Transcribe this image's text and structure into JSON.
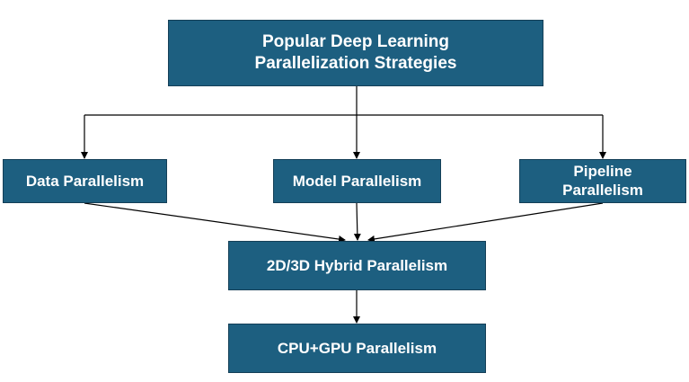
{
  "diagram": {
    "title_line1": "Popular Deep Learning",
    "title_line2": "Parallelization Strategies",
    "data_parallelism": "Data Parallelism",
    "model_parallelism": "Model Parallelism",
    "pipeline_line1": "Pipeline",
    "pipeline_line2": "Parallelism",
    "hybrid_parallelism": "2D/3D Hybrid Parallelism",
    "cpu_gpu_parallelism": "CPU+GPU Parallelism",
    "colors": {
      "node_fill": "#1d5f80",
      "node_border": "#143f57",
      "node_text": "#ffffff",
      "edge": "#000000"
    }
  }
}
